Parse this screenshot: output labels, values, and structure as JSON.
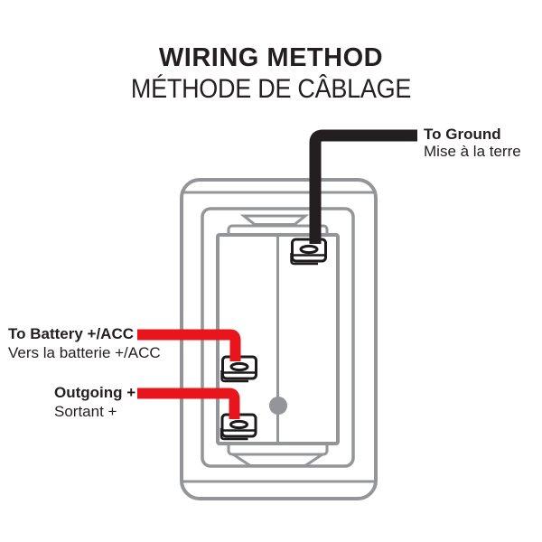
{
  "title": {
    "en": "WIRING METHOD",
    "fr": "MÉTHODE DE CÂBLAGE"
  },
  "labels": {
    "ground": {
      "en": "To Ground",
      "fr": "Mise à la terre",
      "wire_color": "black"
    },
    "battery": {
      "en": "To Battery +/ACC",
      "fr": "Vers la batterie +/ACC",
      "wire_color": "red"
    },
    "outgoing": {
      "en": "Outgoing +",
      "fr": "Sortant +",
      "wire_color": "red"
    }
  },
  "colors": {
    "background": "#ffffff",
    "text": "#231f20",
    "switch_outline_gray": "#939598",
    "terminal_outline_black": "#1d1a1b",
    "wire_red": "#e8151d",
    "wire_black": "#231f20",
    "pivot_dot_gray": "#939598"
  }
}
